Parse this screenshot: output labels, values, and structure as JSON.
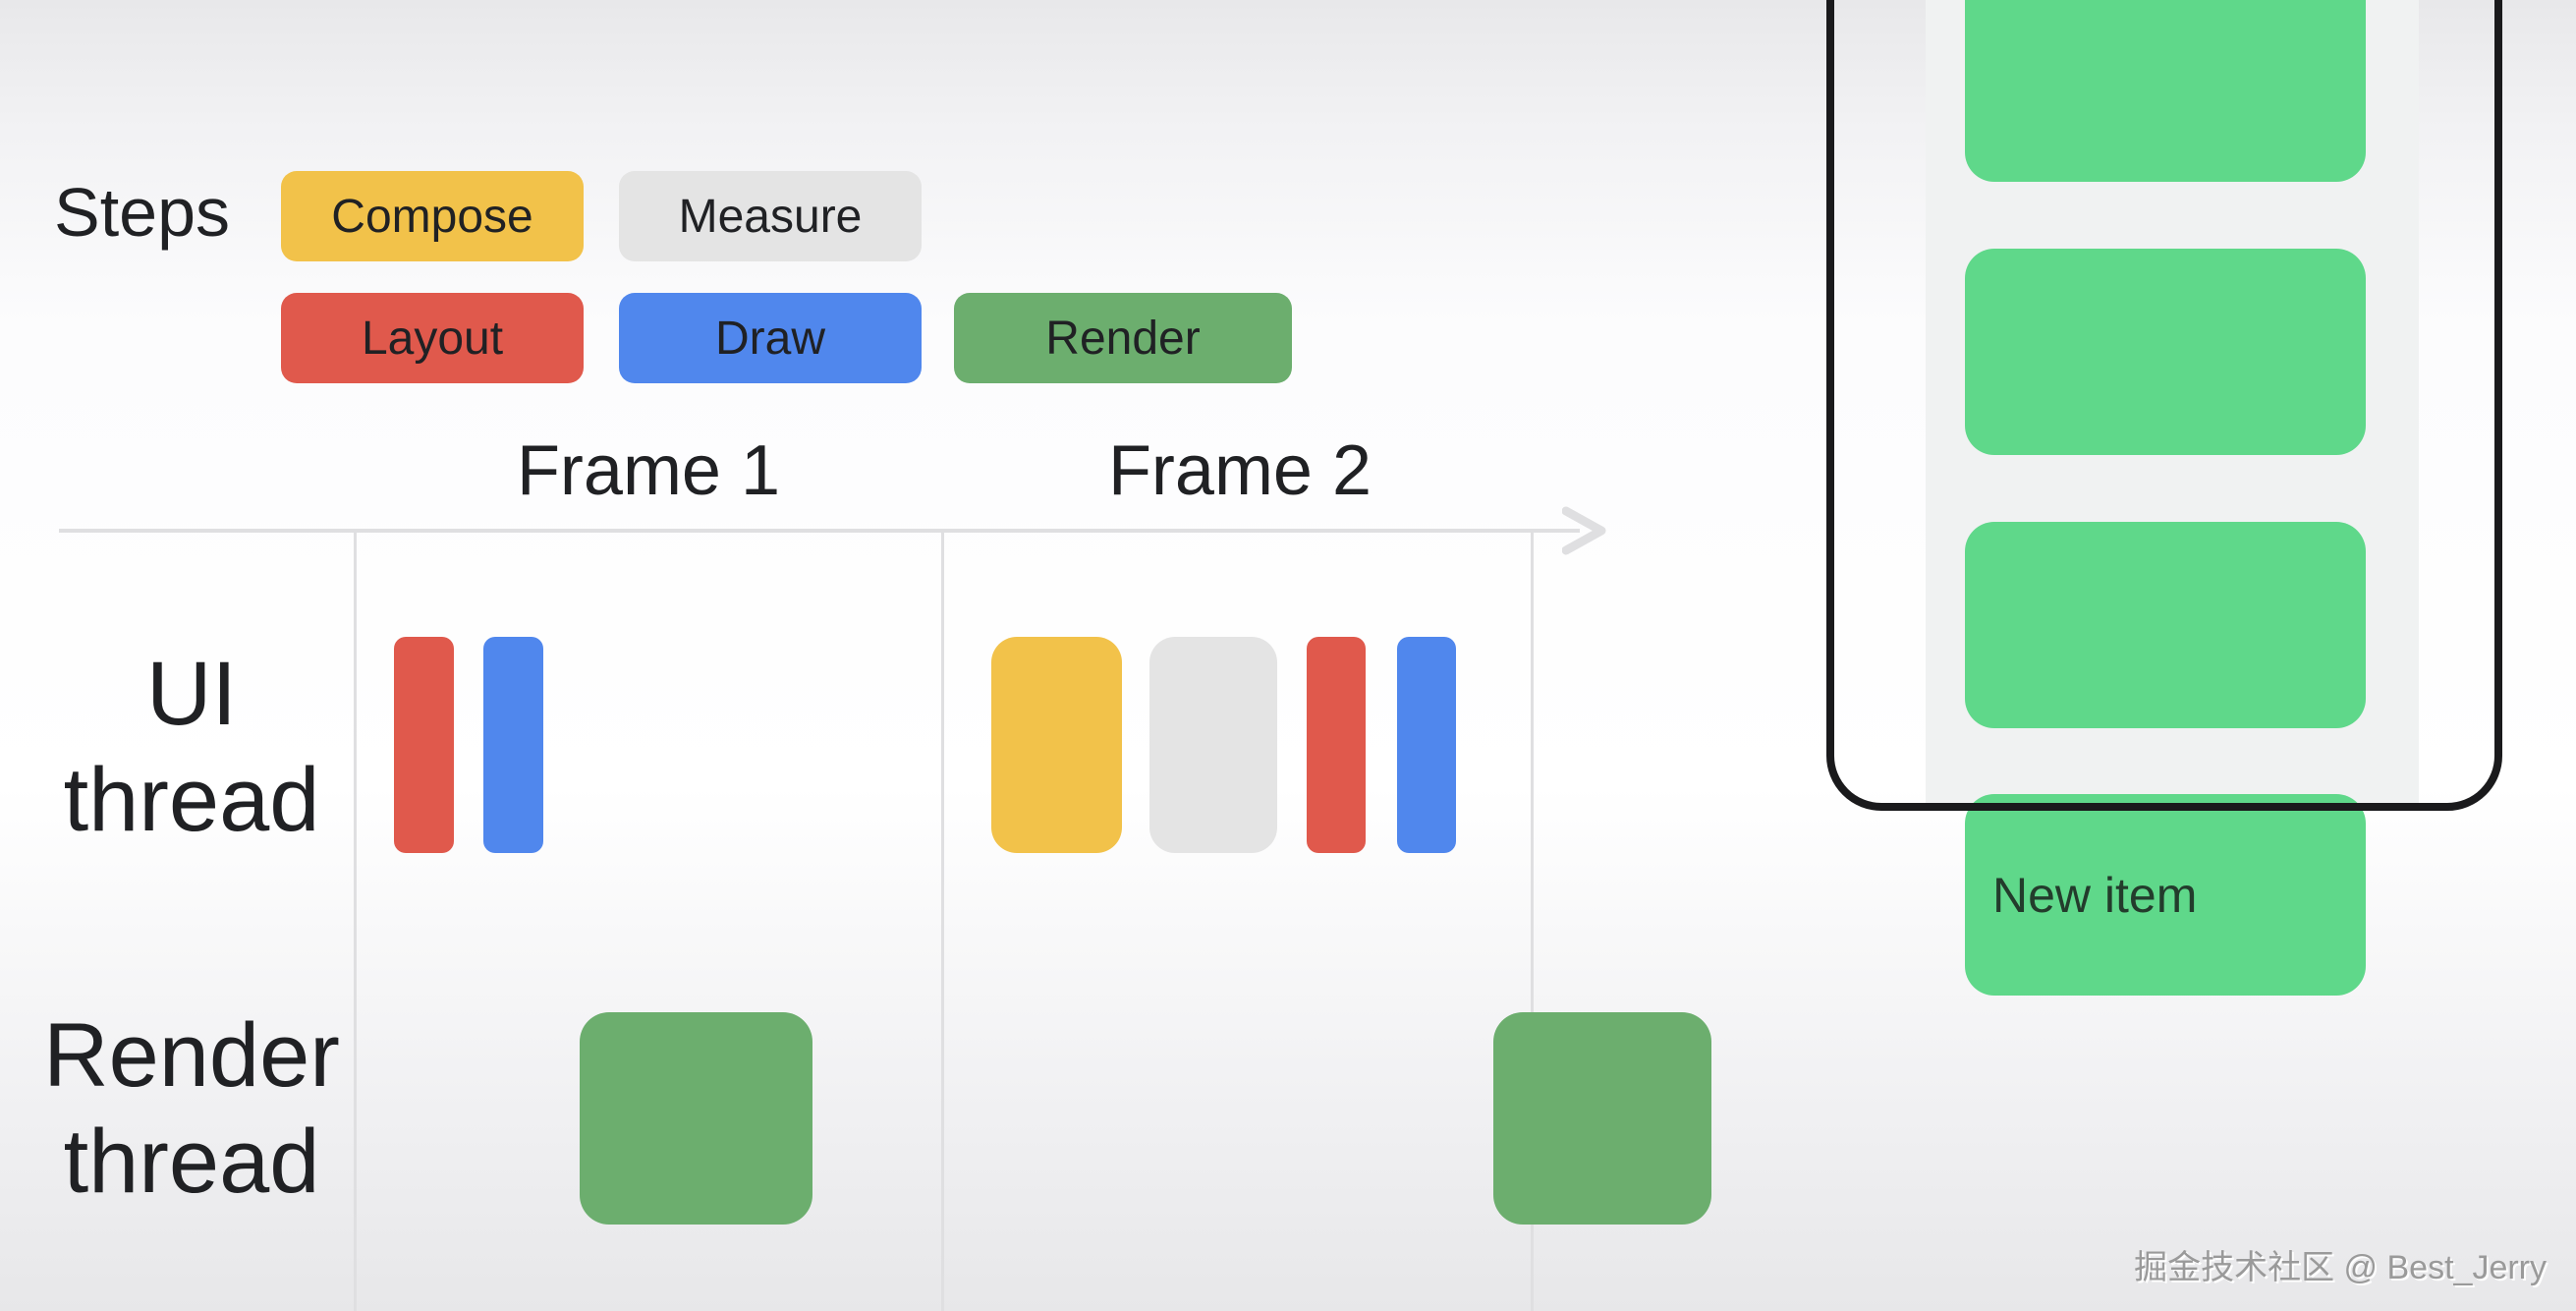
{
  "colors": {
    "compose": "#f2c24a",
    "measure": "#e4e4e4",
    "layout": "#e0594c",
    "draw": "#5087ed",
    "render": "#6cae6e",
    "list_item": "#5fd88a",
    "axis": "#dfdfe1",
    "text": "#202124",
    "watermark": "#9a9a9a"
  },
  "steps": {
    "label": "Steps",
    "pills": [
      {
        "id": "compose",
        "label": "Compose"
      },
      {
        "id": "measure",
        "label": "Measure"
      },
      {
        "id": "layout",
        "label": "Layout"
      },
      {
        "id": "draw",
        "label": "Draw"
      },
      {
        "id": "render",
        "label": "Render"
      }
    ]
  },
  "timeline": {
    "frames": [
      {
        "label": "Frame 1"
      },
      {
        "label": "Frame 2"
      }
    ],
    "threads": [
      {
        "line1": "UI",
        "line2": "thread"
      },
      {
        "line1": "Render",
        "line2": "thread"
      }
    ],
    "ui_thread_work": {
      "frame1": [
        "Layout",
        "Draw"
      ],
      "frame2": [
        "Compose",
        "Measure",
        "Layout",
        "Draw"
      ]
    },
    "render_thread_work": {
      "frame1": [
        "Render"
      ],
      "frame2": [
        "Render"
      ]
    }
  },
  "phone": {
    "list_items_visible": 3,
    "new_item_label": "New item"
  },
  "watermark": {
    "text": "掘金技术社区 @ Best_Jerry"
  }
}
